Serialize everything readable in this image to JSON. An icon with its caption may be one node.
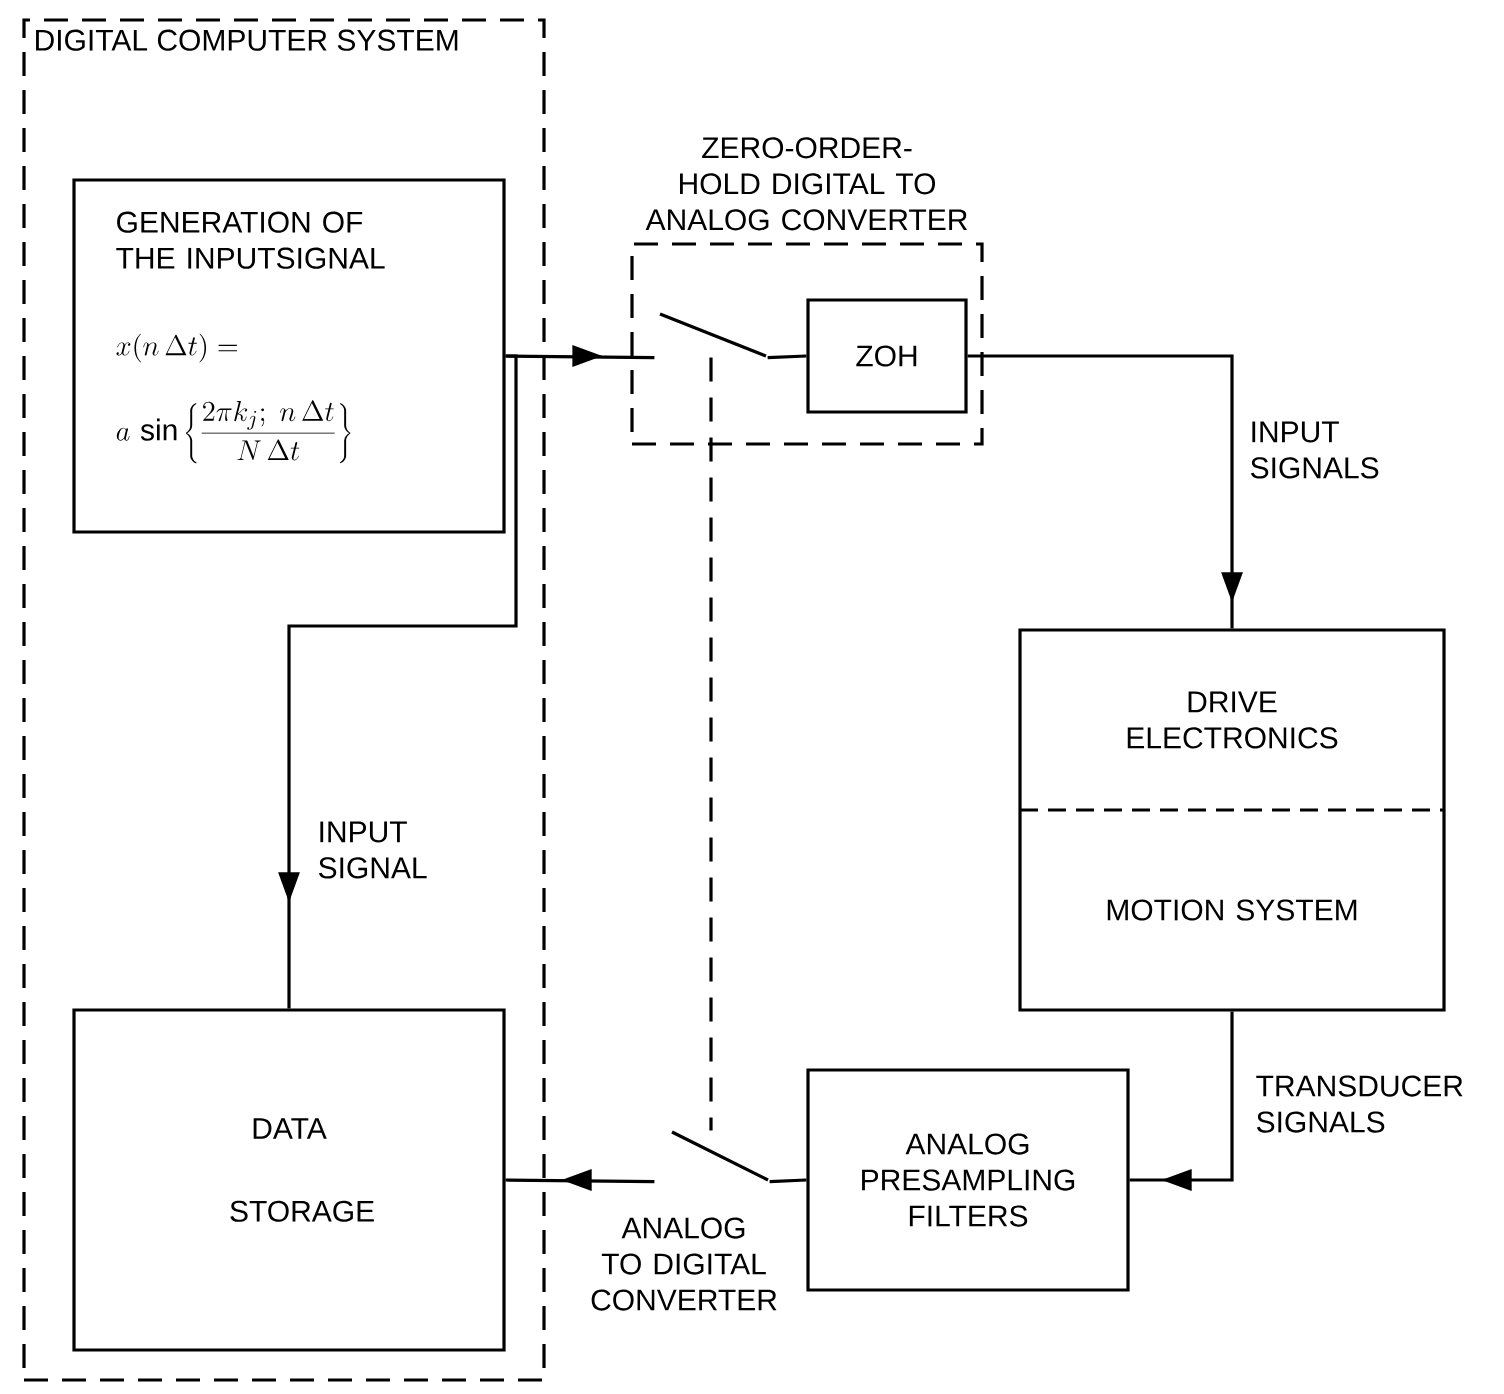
{
  "diagram": {
    "nodes": [
      {
        "text": [
          "DIGITAL COMPUTER SYSTEM"
        ]
      },
      {
        "text": [
          "GENERATION OF THE INPUTSIGNAL",
          "x(n\\,\\Delta t) =",
          "a\\,\\sin\\left\\{\\frac{2\\pi k_j;\\; n\\,\\Delta t}{N\\,\\Delta t}\\right\\}"
        ],
        "in": 0
      },
      {
        "text": [
          "ZERO-ORDER-HOLD DIGITAL TO ANALOG CONVERTER"
        ]
      },
      {
        "text": [
          "ZOH"
        ],
        "in": 2
      },
      {
        "text": [
          "DRIVE ELECTRONICS",
          "MOTION SYSTEM"
        ]
      },
      {
        "text": [
          "ANALOG PRESAMPLING FILTERS"
        ]
      },
      {
        "text": [
          "DATA STORAGE"
        ],
        "in": 0
      },
      {
        "text": [],
        "shape": "switch",
        "in": 2
      },
      {
        "text": [],
        "shape": "switch"
      }
    ],
    "edges": [
      {
        "from": 1,
        "to": 7,
        "arrow": "to"
      },
      {
        "from": 1,
        "to": 6,
        "arrow": "to",
        "label": "INPUT SIGNAL"
      },
      {
        "from": 7,
        "to": 3,
        "arrow": "none"
      },
      {
        "from": 3,
        "to": 4,
        "arrow": "to",
        "label": "INPUT SIGNALS"
      },
      {
        "from": 4,
        "to": 5,
        "arrow": "to",
        "label": "TRANSDUCER SIGNALS"
      },
      {
        "from": 5,
        "to": 8,
        "arrow": "none"
      },
      {
        "from": 8,
        "to": 6,
        "arrow": "to",
        "label": "ANALOG TO DIGITAL CONVERTER"
      },
      {
        "from": 7,
        "to": 8,
        "arrow": "none",
        "style": "dashed"
      }
    ]
  }
}
